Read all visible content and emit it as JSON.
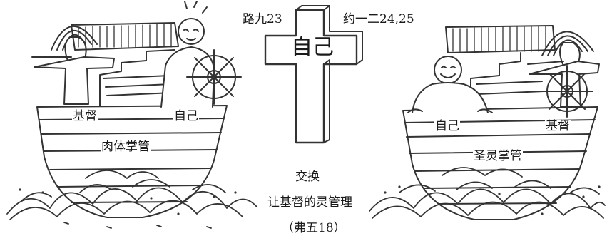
{
  "left_boat": {
    "label_christ": "基督",
    "label_self": "自己",
    "label_control": "肉体掌管"
  },
  "cross": {
    "ref_left": "路九23",
    "ref_right": "约一二24,25",
    "label": "自己"
  },
  "center": {
    "exchange": "交换",
    "caption": "让基督的灵管理",
    "reference": "（弗五18）"
  },
  "right_boat": {
    "label_self": "自己",
    "label_christ": "基督",
    "label_control": "圣灵掌管"
  }
}
